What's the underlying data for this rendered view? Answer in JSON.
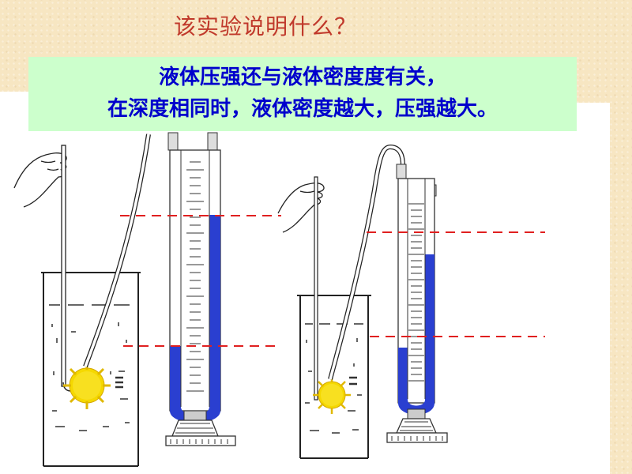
{
  "question": "该实验说明什么？",
  "answer": {
    "line1": "液体压强还与液体密度度有关，",
    "line2": "在深度相同时，液体密度越大，压强越大。"
  },
  "colors": {
    "question_text": "#c0392b",
    "answer_text": "#0000cc",
    "answer_bg": "#ccffcc",
    "liquid": "#2a3fd0",
    "marker_line": "#e02020",
    "sun": "#f5d800"
  },
  "experiments": [
    {
      "name": "left-setup",
      "manometer_level_diff": "large"
    },
    {
      "name": "right-setup",
      "manometer_level_diff": "small"
    }
  ]
}
